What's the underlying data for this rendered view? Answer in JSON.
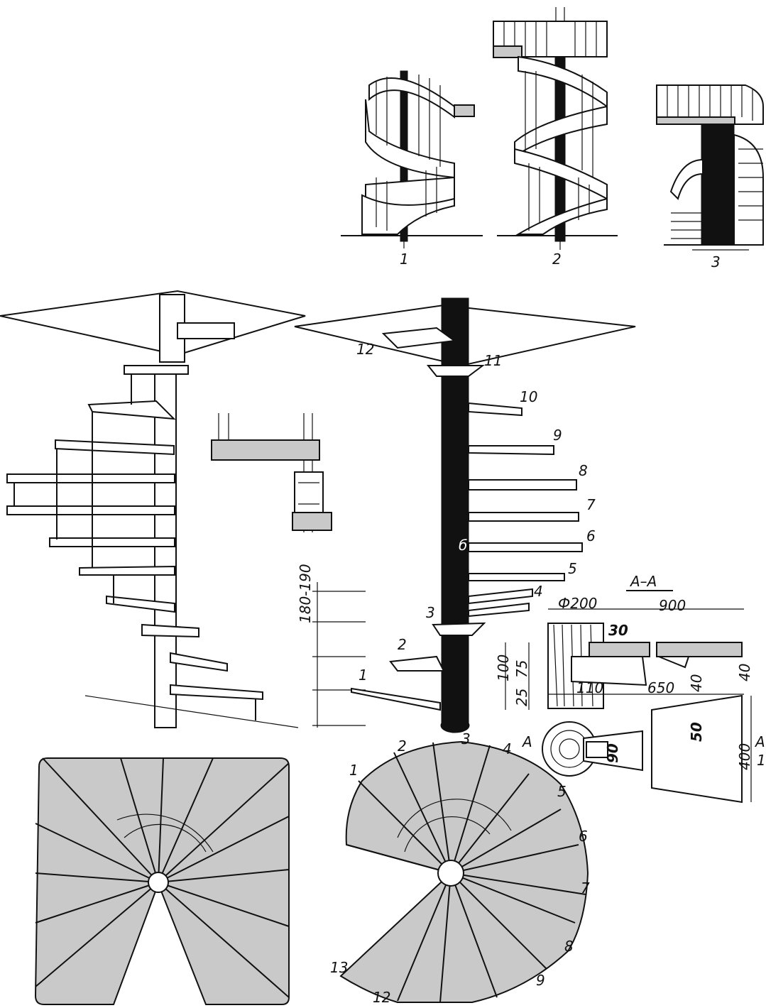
{
  "variants": [
    "1",
    "2",
    "3"
  ],
  "left_view": {
    "dimension_label": "180-190"
  },
  "right_view": {
    "step_numbers": [
      "1",
      "2",
      "3",
      "4",
      "5",
      "6",
      "7",
      "8",
      "9",
      "10",
      "11",
      "12"
    ],
    "column_letter": "б"
  },
  "section": {
    "title": "A–A",
    "dims": {
      "diameter": "Ф200",
      "length": "900",
      "top": "30",
      "height_total": "100",
      "h1": "75",
      "h2": "25",
      "d110": "110",
      "d650": "650",
      "d40a": "40",
      "d40b": "40"
    },
    "plan_dims": {
      "d50": "50",
      "d90": "90",
      "d400": "400",
      "cut_mark": "A",
      "cut_mark2": "A",
      "cut_sub": "1"
    }
  },
  "plan_right": {
    "step_numbers": [
      "1",
      "2",
      "3",
      "4",
      "5",
      "6",
      "7",
      "8",
      "9",
      "12",
      "13"
    ]
  }
}
